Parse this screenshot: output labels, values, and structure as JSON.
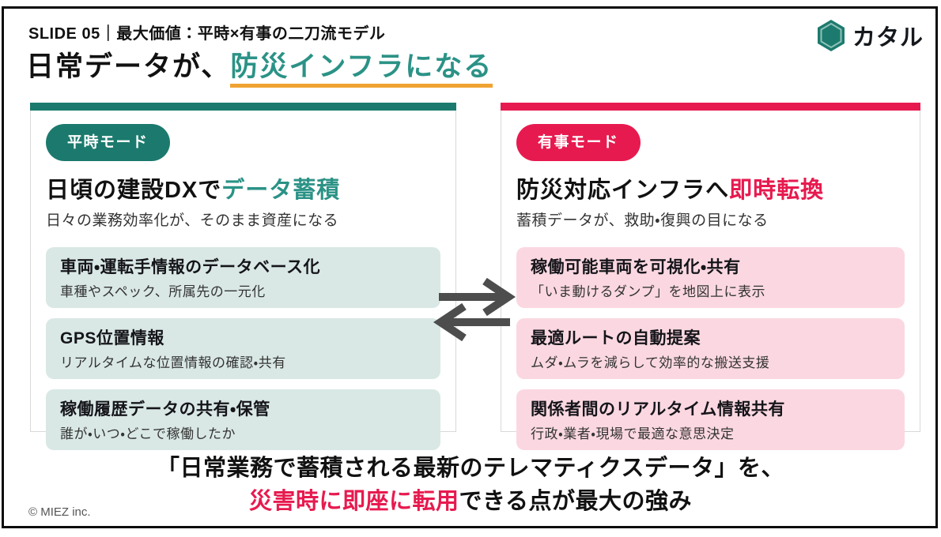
{
  "header": {
    "slide_label": "SLIDE 05｜最大価値：平時×有事の二刀流モデル",
    "title_prefix": "日常データが、",
    "title_highlight": "防災インフラになる",
    "logo_text": "カタル"
  },
  "cards": {
    "left": {
      "badge": "平時モード",
      "heading_prefix": "日頃の建設DXで",
      "heading_highlight": "データ蓄積",
      "subtitle": "日々の業務効率化が、そのまま資産になる",
      "items": [
        {
          "title": "車両・運転手情報のデータベース化",
          "desc": "車種やスペック、所属先の一元化"
        },
        {
          "title": "GPS位置情報",
          "desc": "リアルタイムな位置情報の確認・共有"
        },
        {
          "title": "稼働履歴データの共有・保管",
          "desc": "誰が・いつ・どこで稼働したか"
        }
      ]
    },
    "right": {
      "badge": "有事モード",
      "heading_prefix": "防災対応インフラへ",
      "heading_highlight": "即時転換",
      "subtitle": "蓄積データが、救助・復興の目になる",
      "items": [
        {
          "title": "稼働可能車両を可視化・共有",
          "desc": "「いま動けるダンプ」を地図上に表示"
        },
        {
          "title": "最適ルートの自動提案",
          "desc": "ムダ・ムラを減らして効率的な搬送支援"
        },
        {
          "title": "関係者間のリアルタイム情報共有",
          "desc": "行政・業者・現場で最適な意思決定"
        }
      ]
    }
  },
  "footer": {
    "line1": "「日常業務で蓄積される最新のテレマティクスデータ」を、",
    "line2_highlight": "災害時に即座に転用",
    "line2_rest": "できる点が最大の強み",
    "copyright": "© MIEZ inc."
  },
  "colors": {
    "teal": "#1b7a6d",
    "teal_text": "#2b9286",
    "crimson": "#e71a4f",
    "teal_light": "#d9e8e5",
    "pink_light": "#fbd8e1",
    "underline_orange": "#f0a232",
    "arrow_gray": "#4d4d4d"
  }
}
